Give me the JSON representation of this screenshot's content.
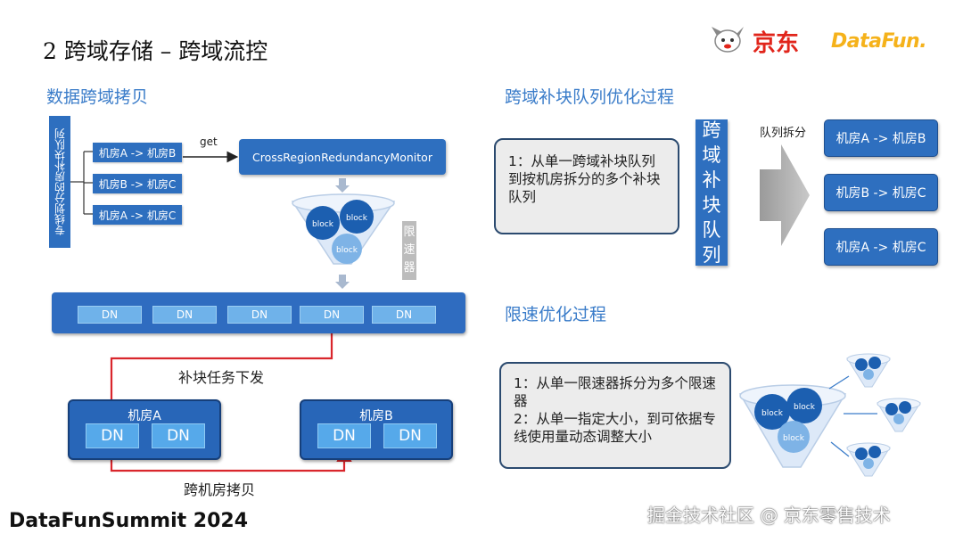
{
  "title": "2 跨域存储 – 跨域流控",
  "logos": {
    "jd_text": "京东",
    "datafun_text": "DataFun."
  },
  "left": {
    "section_title": "数据跨域拷贝",
    "vertical_label": "专线划分的房补块队列",
    "routes": [
      "机房A -> 机房B",
      "机房B -> 机房C",
      "机房A -> 机房C"
    ],
    "get_label": "get",
    "monitor_label": "CrossRegionRedundancyMonitor",
    "funnel_blocks": [
      "block",
      "block",
      "block"
    ],
    "limiter_chars": [
      "限",
      "速",
      "器"
    ],
    "dn_nodes": [
      "DN",
      "DN",
      "DN",
      "DN",
      "DN"
    ],
    "dispatch_label": "补块任务下发",
    "room_a": {
      "label": "机房A",
      "nodes": [
        "DN",
        "DN"
      ]
    },
    "room_b": {
      "label": "机房B",
      "nodes": [
        "DN",
        "DN"
      ]
    },
    "copy_label": "跨机房拷贝"
  },
  "right_top": {
    "section_title": "跨域补块队列优化过程",
    "box_text": "1：从单一跨域补块队列到按机房拆分的多个补块队列",
    "queue_chars": [
      "跨",
      "域",
      "补",
      "块",
      "队",
      "列"
    ],
    "split_label": "队列拆分",
    "queues": [
      "机房A -> 机房B",
      "机房B -> 机房C",
      "机房A -> 机房C"
    ]
  },
  "right_bottom": {
    "section_title": "限速优化过程",
    "line1": "1：从单一限速器拆分为多个限速器",
    "line2": "2：从单一指定大小，到可依据专线使用量动态调整大小",
    "funnel_blocks": [
      "block",
      "block",
      "block"
    ]
  },
  "footer": "DataFunSummit 2024",
  "watermark": "掘金技术社区 @ 京东零售技术",
  "colors": {
    "accent_blue": "#2e6fbf",
    "section_blue": "#3a7cc9",
    "arrow_red": "#d9262c",
    "datafun_yellow": "#f5b21b",
    "jd_red": "#e1251b"
  }
}
